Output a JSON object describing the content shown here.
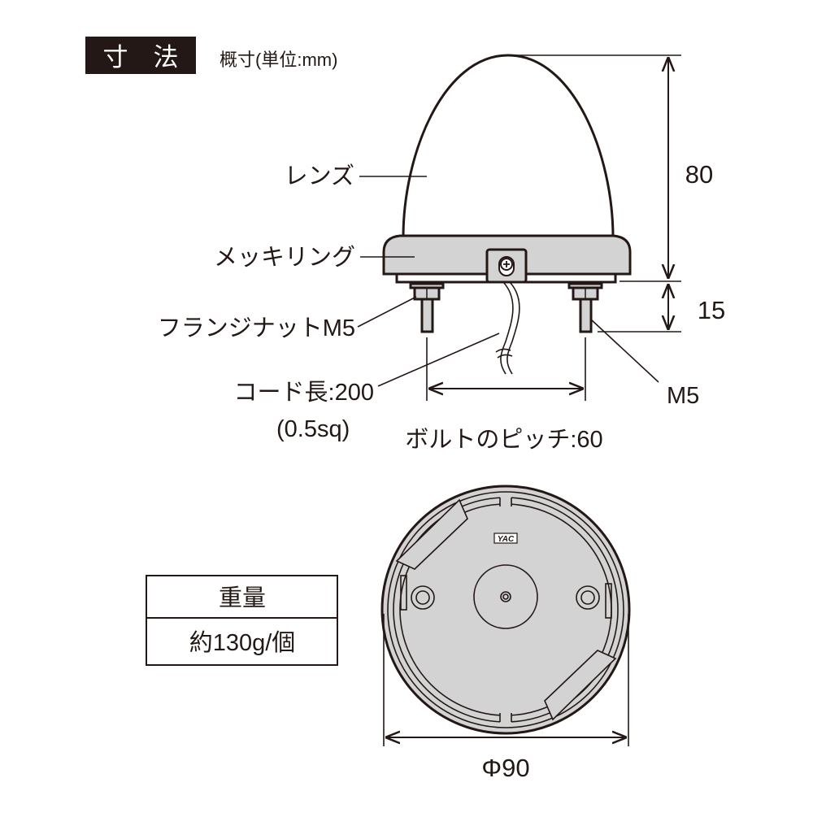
{
  "header": {
    "title": "寸　法",
    "subtitle": "概寸(単位:mm)"
  },
  "side_view": {
    "labels": {
      "lens": "レンズ",
      "plated_ring": "メッキリング",
      "flange_nut": "フランジナットM5",
      "cord_length": "コード長:200",
      "cord_gauge": "(0.5sq)",
      "bolt": "M5",
      "bolt_pitch": "ボルトのピッチ:60"
    },
    "dimensions": {
      "height": "80",
      "bolt_length": "15"
    }
  },
  "bottom_view": {
    "diameter": "Φ90",
    "logo": "YAC"
  },
  "weight_table": {
    "header": "重量",
    "value": "約130g/個"
  },
  "colors": {
    "ink": "#231815",
    "part_fill": "#d3d3d3",
    "header_bg": "#231815"
  }
}
